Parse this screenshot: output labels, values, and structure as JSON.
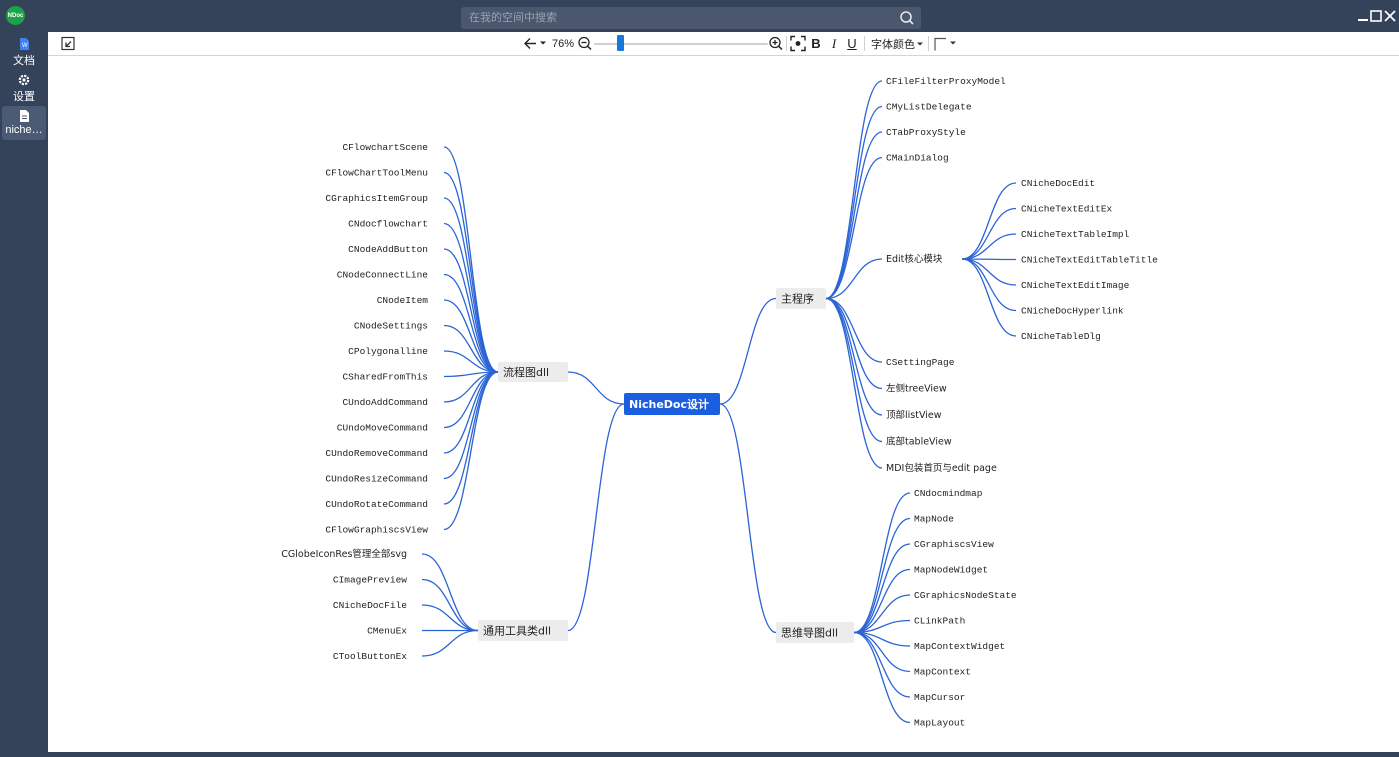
{
  "app": {
    "logo_text": "NDoc"
  },
  "search": {
    "placeholder": "在我的空间中搜索"
  },
  "sidebar": {
    "items": [
      {
        "label": "文档",
        "icon": "word-doc-icon"
      },
      {
        "label": "设置",
        "icon": "gear-icon"
      },
      {
        "label": "niche…",
        "icon": "file-icon"
      }
    ]
  },
  "toolbar": {
    "zoom": "76%",
    "zoom_level_percent": 76,
    "bold_label": "B",
    "italic_label": "I",
    "underline_label": "U",
    "font_color_label": "字体颜色"
  },
  "mindmap": {
    "root": "NicheDoc设计",
    "branches": {
      "liucheng": {
        "label": "流程图dll",
        "children": [
          "CFlowchartScene",
          "CFlowChartToolMenu",
          "CGraphicsItemGroup",
          "CNdocflowchart",
          "CNodeAddButton",
          "CNodeConnectLine",
          "CNodeItem",
          "CNodeSettings",
          "CPolygonalline",
          "CSharedFromThis",
          "CUndoAddCommand",
          "CUndoMoveCommand",
          "CUndoRemoveCommand",
          "CUndoResizeCommand",
          "CUndoRotateCommand",
          "CFlowGraphiscsView"
        ]
      },
      "tongyong": {
        "label": "通用工具类dll",
        "children": [
          "CGlobeIconRes管理全部svg",
          "CImagePreview",
          "CNicheDocFile",
          "CMenuEx",
          "CToolButtonEx"
        ]
      },
      "zhuchengxu": {
        "label": "主程序",
        "children_top": [
          "CFileFilterProxyModel",
          "CMyListDelegate",
          "CTabProxyStyle",
          "CMainDialog"
        ],
        "edit_label": "Edit核心模块",
        "edit_children": [
          "CNicheDocEdit",
          "CNicheTextEditEx",
          "CNicheTextTableImpl",
          "CNicheTextEditTableTitle",
          "CNicheTextEditImage",
          "CNicheDocHyperlink",
          "CNicheTableDlg"
        ],
        "children_bottom": [
          "CSettingPage",
          "左侧treeView",
          "顶部listView",
          "底部tableView",
          "MDI包装首页与edit page"
        ]
      },
      "siwei": {
        "label": "思维导图dll",
        "children": [
          "CNdocmindmap",
          "MapNode",
          "CGraphiscsView",
          "MapNodeWidget",
          "CGraphicsNodeState",
          "CLinkPath",
          "MapContextWidget",
          "MapContext",
          "MapCursor",
          "MapLayout"
        ]
      }
    }
  },
  "colors": {
    "accent": "#1b5fe0",
    "line": "#2a64d6",
    "root_bg": "#1b5fe0",
    "branch_bg": "#ececec",
    "chrome": "#34425a"
  }
}
